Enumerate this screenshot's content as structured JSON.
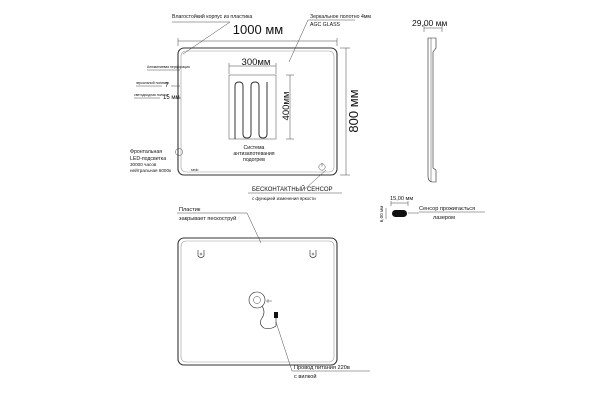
{
  "front_view": {
    "width_dim": "1000 мм",
    "height_dim": "800 мм",
    "frame_label": "Влагостойкий корпус из пластика",
    "glass_label_1": "Зеркальное полотно 4мм",
    "glass_label_2": "AGC GLASS",
    "small_label_1": "Алюминиевая перфорация",
    "small_label_2": "зеркальный полимер",
    "small_label_3": "светодиодная полоса",
    "margin_7": "7",
    "margin_15": "15 мм",
    "heater_width": "300мм",
    "heater_height": "400мм",
    "heater_caption_1": "Система",
    "heater_caption_2": "антизапотевания",
    "heater_caption_3": "подогрев",
    "led_label_1": "Фронтальная",
    "led_label_2": "LED-подсветка",
    "led_label_3": "30000 часов",
    "led_label_4": "нейтральная 6000к",
    "sensor_label": "БЕСКОНТАКТНЫЙ СЕНСОР",
    "sensor_sublabel": "с функцией изменения яркости",
    "brand_mark": "sedo"
  },
  "side_view": {
    "thickness_dim": "29,00 мм"
  },
  "sensor_detail": {
    "width_dim": "15,00 мм",
    "height_dim": "6,00 мм",
    "label_1": "Сенсор прожигається",
    "label_2": "лазером"
  },
  "back_view": {
    "plastic_label_1": "Пластик",
    "plastic_label_2": "закрывает пескоструй",
    "cable_label_1": "Провод питания 220в",
    "cable_label_2": "с вилкой"
  }
}
